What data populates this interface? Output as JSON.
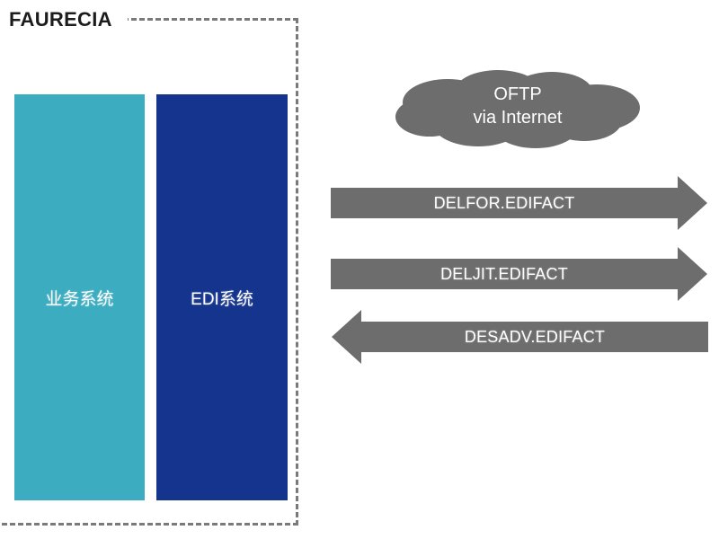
{
  "diagram": {
    "company_title": "FAURECIA",
    "boundary_name": "faurecia-boundary"
  },
  "systems": [
    {
      "id": "business",
      "label": "业务系统",
      "color": "#3CADC1"
    },
    {
      "id": "edi",
      "label": "EDI系统",
      "color": "#15348E"
    }
  ],
  "cloud": {
    "line1": "OFTP",
    "line2": "via Internet",
    "color": "#6D6D6D"
  },
  "messages": [
    {
      "id": "delfor",
      "label": "DELFOR.EDIFACT",
      "direction": "right",
      "color": "#6D6D6D"
    },
    {
      "id": "deljit",
      "label": "DELJIT.EDIFACT",
      "direction": "right",
      "color": "#6D6D6D"
    },
    {
      "id": "desadv",
      "label": "DESADV.EDIFACT",
      "direction": "left",
      "color": "#6D6D6D"
    }
  ],
  "colors": {
    "teal": "#3CADC1",
    "navy": "#15348E",
    "gray": "#6D6D6D",
    "dashed_border": "#7A7A7A",
    "title_text": "#1C1C1C",
    "background": "#FFFFFF"
  }
}
